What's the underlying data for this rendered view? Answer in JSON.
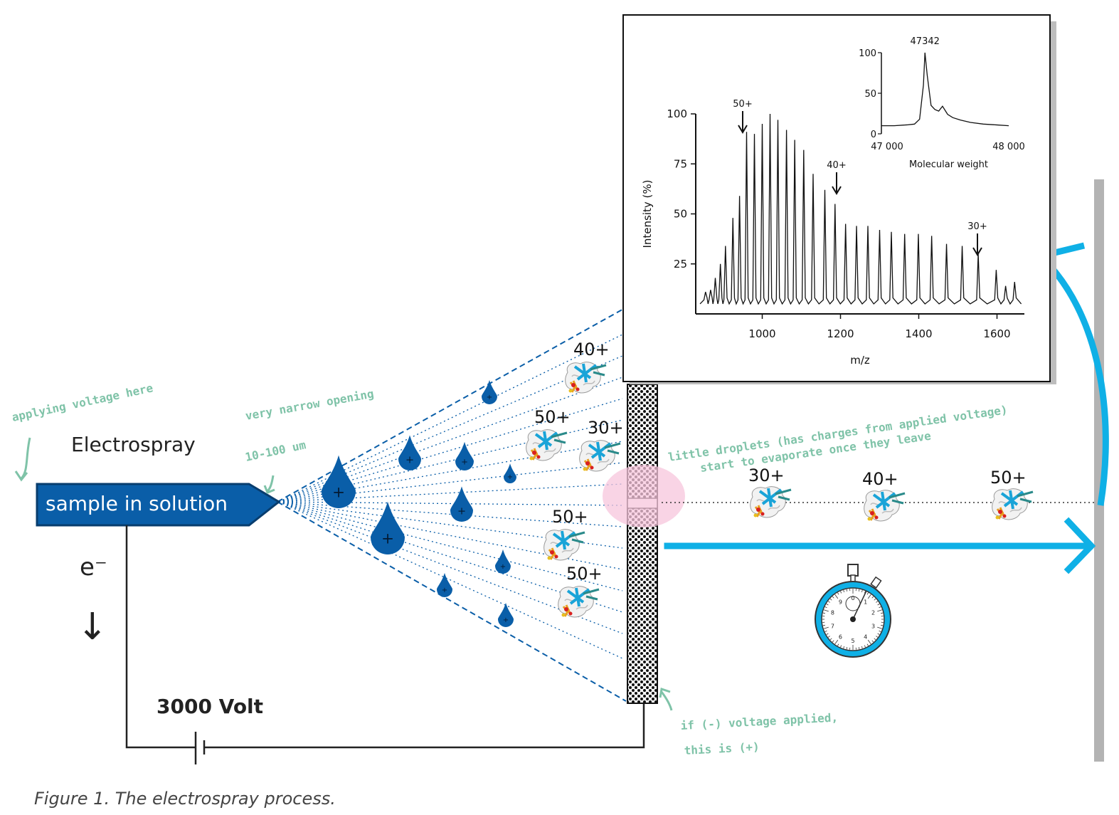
{
  "colors": {
    "spray_blue": "#0a5ea8",
    "arrow_cyan": "#0fb0e6",
    "annotation_green": "#7fc3a8",
    "highlight_pink": "#f7c6dc",
    "axis_black": "#111111",
    "detector_gray": "#b3b3b3"
  },
  "labels": {
    "electrospray": "Electrospray",
    "sample": "sample in solution",
    "electron": "e⁻",
    "electron_arrow": "↓",
    "voltage": "3000 Volt",
    "caption": "Figure 1. The electrospray process."
  },
  "annotations": {
    "applying_voltage": "applying voltage here",
    "narrow_opening": "very narrow opening",
    "opening_size": "10-100 um",
    "little_droplets_1": "little droplets (has charges from applied voltage)",
    "little_droplets_2": "start to evaporate once they leave",
    "negative_voltage_1": "if (-) voltage applied,",
    "negative_voltage_2": "this is (+)"
  },
  "spray_ions": [
    "40+",
    "50+",
    "30+",
    "50+",
    "50+"
  ],
  "flight_ions": [
    "30+",
    "40+",
    "50+"
  ],
  "stopwatch_ticks": [
    "0",
    "1",
    "2",
    "3",
    "4",
    "5",
    "6",
    "7",
    "8",
    "9"
  ],
  "droplet_sign": "+",
  "chart_data": [
    {
      "type": "line",
      "xlabel": "m/z",
      "ylabel": "Intensity (%)",
      "xticks": [
        1000,
        1200,
        1400,
        1600
      ],
      "yticks": [
        25,
        50,
        75,
        100
      ],
      "xlim": [
        830,
        1670
      ],
      "ylim": [
        0,
        100
      ],
      "peak_annotations": [
        {
          "label": "50+",
          "x": 950
        },
        {
          "label": "40+",
          "x": 1190
        },
        {
          "label": "30+",
          "x": 1550
        }
      ],
      "peaks": [
        {
          "x": 855,
          "y": 11
        },
        {
          "x": 868,
          "y": 12
        },
        {
          "x": 880,
          "y": 18
        },
        {
          "x": 893,
          "y": 25
        },
        {
          "x": 906,
          "y": 34
        },
        {
          "x": 925,
          "y": 48
        },
        {
          "x": 942,
          "y": 59
        },
        {
          "x": 960,
          "y": 91
        },
        {
          "x": 980,
          "y": 90
        },
        {
          "x": 1000,
          "y": 95
        },
        {
          "x": 1020,
          "y": 100
        },
        {
          "x": 1040,
          "y": 97
        },
        {
          "x": 1062,
          "y": 92
        },
        {
          "x": 1083,
          "y": 87
        },
        {
          "x": 1106,
          "y": 82
        },
        {
          "x": 1130,
          "y": 70
        },
        {
          "x": 1160,
          "y": 62
        },
        {
          "x": 1186,
          "y": 55
        },
        {
          "x": 1213,
          "y": 45
        },
        {
          "x": 1241,
          "y": 44
        },
        {
          "x": 1270,
          "y": 44
        },
        {
          "x": 1300,
          "y": 42
        },
        {
          "x": 1330,
          "y": 41
        },
        {
          "x": 1364,
          "y": 40
        },
        {
          "x": 1399,
          "y": 40
        },
        {
          "x": 1433,
          "y": 39
        },
        {
          "x": 1471,
          "y": 35
        },
        {
          "x": 1511,
          "y": 34
        },
        {
          "x": 1552,
          "y": 30
        },
        {
          "x": 1598,
          "y": 22
        },
        {
          "x": 1622,
          "y": 14
        },
        {
          "x": 1645,
          "y": 16
        }
      ]
    },
    {
      "type": "line",
      "xlabel": "Molecular weight",
      "xticks": [
        47000,
        48000
      ],
      "xticklabels": [
        "47 000",
        "48 000"
      ],
      "yticks": [
        0,
        50,
        100
      ],
      "xlim": [
        47000,
        48000
      ],
      "ylim": [
        0,
        100
      ],
      "peak_label": "47342",
      "points": [
        [
          47000,
          10
        ],
        [
          47100,
          10
        ],
        [
          47200,
          11
        ],
        [
          47260,
          12
        ],
        [
          47300,
          18
        ],
        [
          47330,
          60
        ],
        [
          47342,
          100
        ],
        [
          47360,
          72
        ],
        [
          47390,
          35
        ],
        [
          47420,
          30
        ],
        [
          47450,
          28
        ],
        [
          47480,
          34
        ],
        [
          47520,
          24
        ],
        [
          47560,
          20
        ],
        [
          47620,
          17
        ],
        [
          47700,
          14
        ],
        [
          47800,
          12
        ],
        [
          47900,
          11
        ],
        [
          48000,
          10
        ]
      ]
    }
  ]
}
